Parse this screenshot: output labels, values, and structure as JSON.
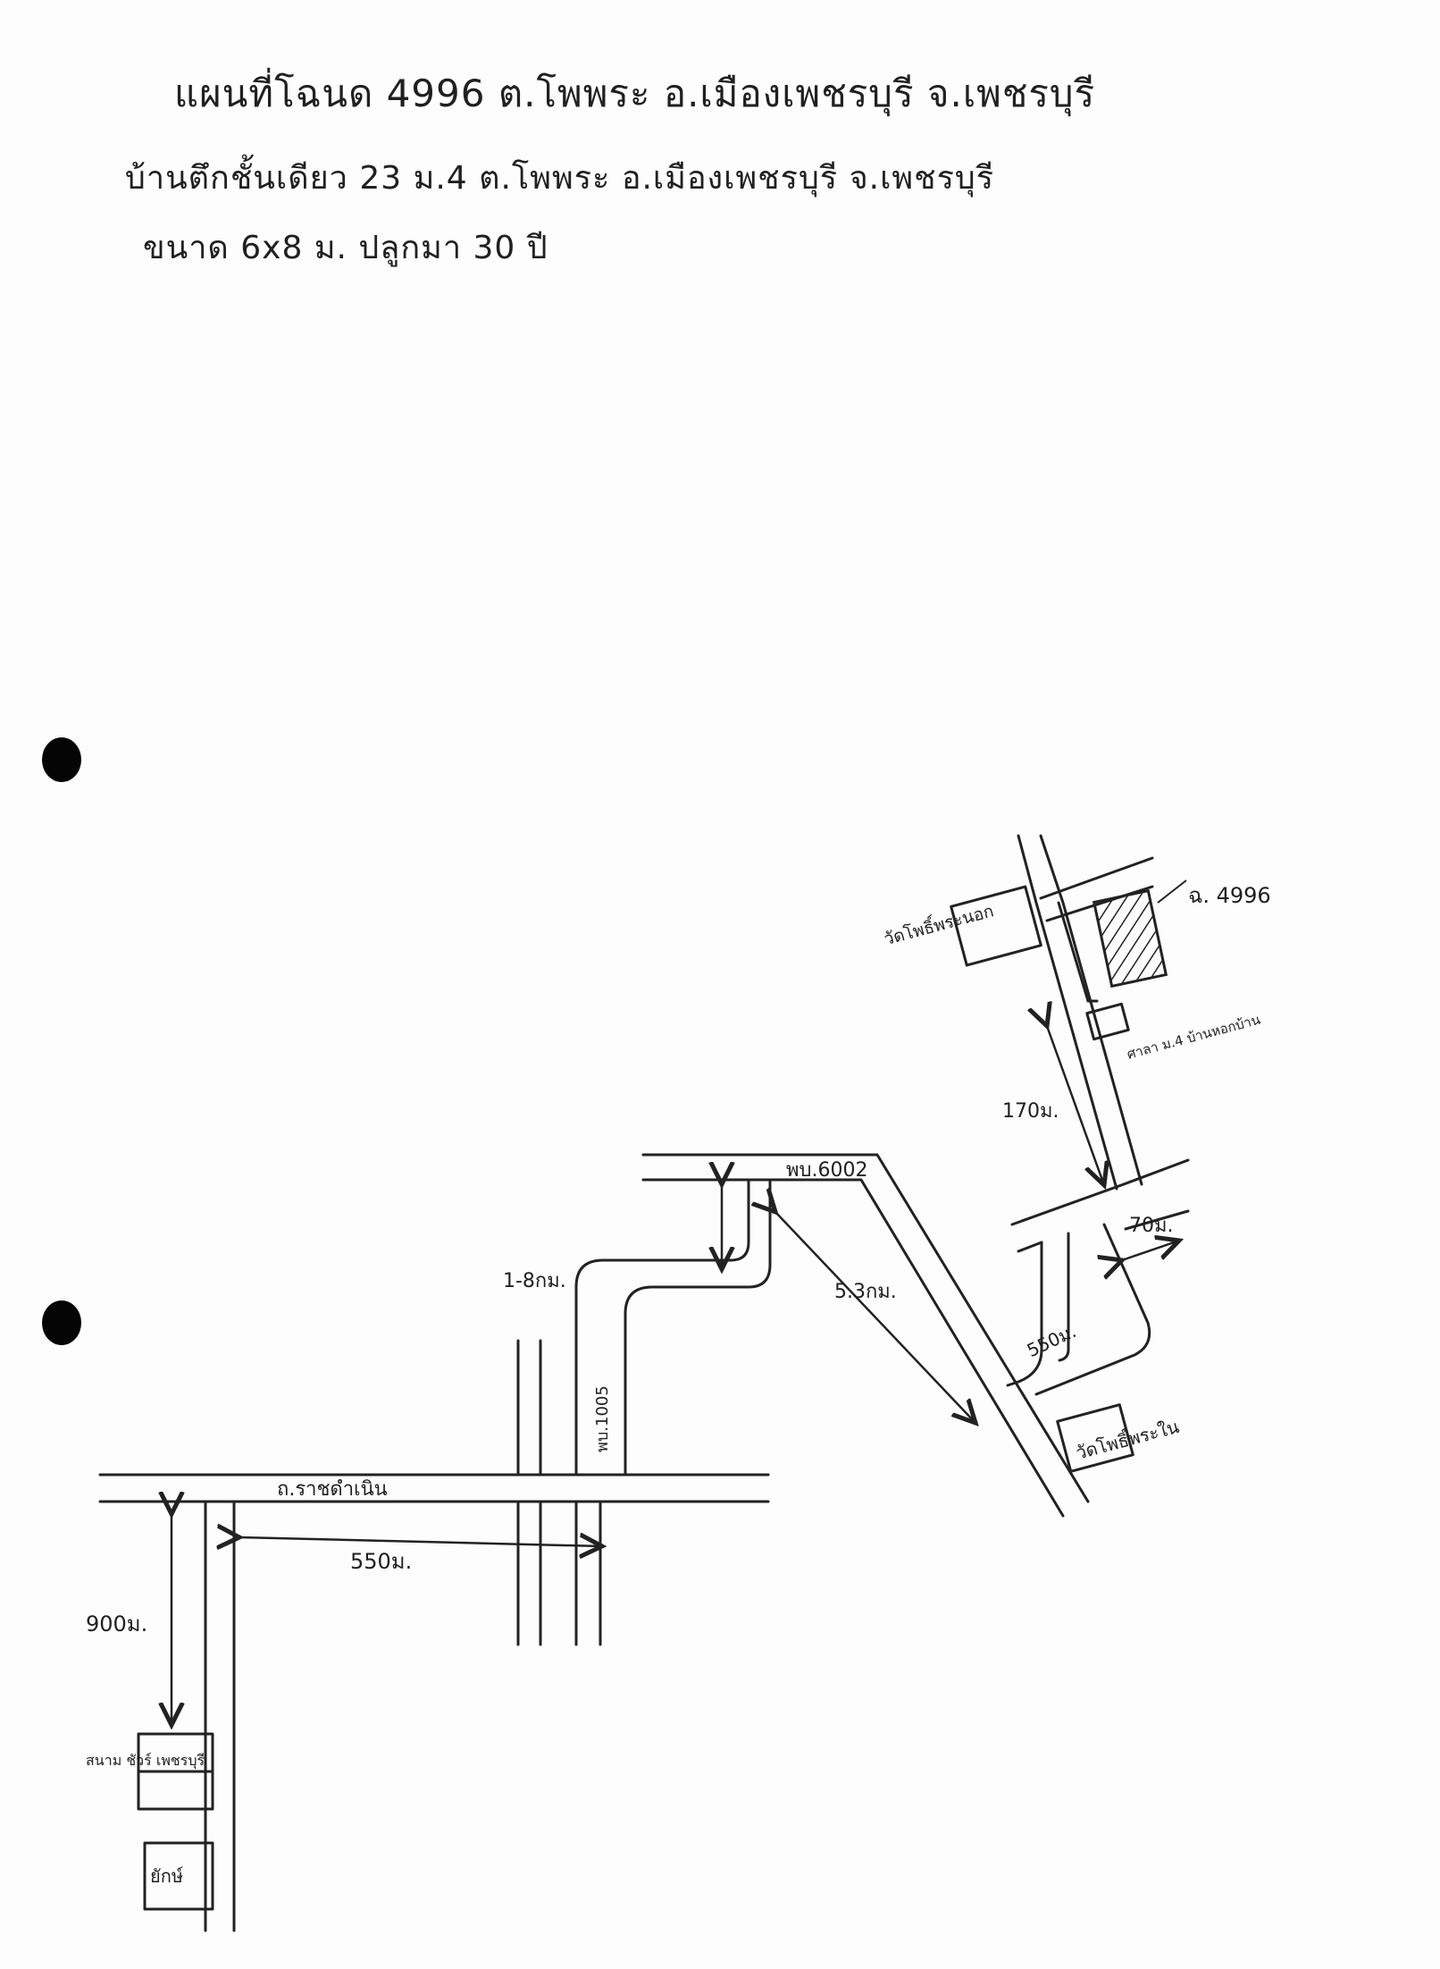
{
  "header": {
    "line1": "แผนที่โฉนด 4996 ต.โพพระ อ.เมืองเพชรบุรี จ.เพชรบุรี",
    "line2": "บ้านตึกชั้นเดียว 23 ม.4 ต.โพพระ อ.เมืองเพชรบุรี จ.เพชรบุรี",
    "line3": "ขนาด 6x8 ม. ปลูกมา 30 ปี"
  },
  "map": {
    "deed_label": "ฉ. 4996",
    "temple_north": "วัดโพธิ์พระนอก",
    "village_office": "ศาลา ม.4 บ้านหอกบ้าน",
    "dist_170": "170ม.",
    "dist_70": "70ม.",
    "road_6002": "พบ.6002",
    "dist_53km": "5.3กม.",
    "dist_550_bend": "550ม.",
    "temple_south": "วัดโพธิ์พระใน",
    "dist_18km": "1-8กม.",
    "road_1005": "พบ.1005",
    "road_ratchadamnoen": "ถ.ราชดำเนิน",
    "dist_550_main": "550ม.",
    "dist_900": "900ม.",
    "park_label": "สนาม ชัวร์ เพชรบุรี",
    "box_label": "ยักษ์"
  }
}
